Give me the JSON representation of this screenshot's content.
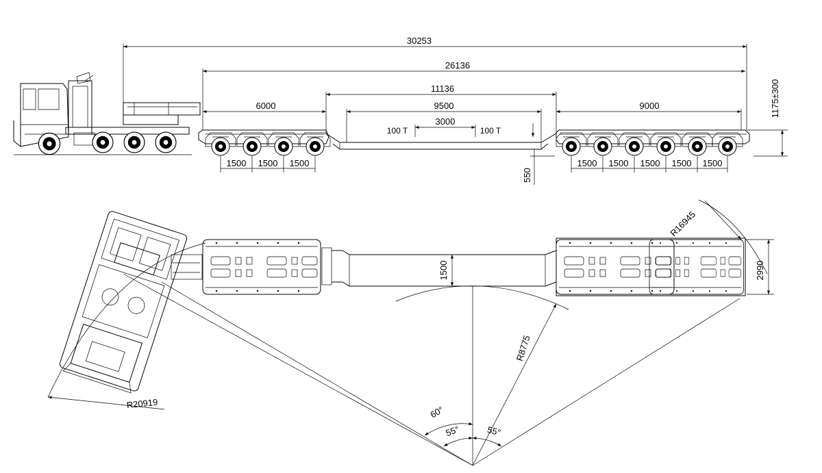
{
  "side_view": {
    "dims": {
      "overall_length": "30253",
      "trailer_length": "26136",
      "front_module_length": "6000",
      "deck_span": "11136",
      "deck_length": "9500",
      "rear_module_length": "9000",
      "load_spacing": "3000",
      "load_left": "100 T",
      "load_right": "100 T",
      "deck_height": "550",
      "coupling_height": "1175±300",
      "front_axle_spacings": [
        "1500",
        "1500",
        "1500"
      ],
      "rear_axle_spacings": [
        "1500",
        "1500",
        "1500",
        "1500",
        "1500"
      ]
    }
  },
  "plan_view": {
    "dims": {
      "deck_width": "1500",
      "trailer_width": "2990",
      "outer_radius": "R16945",
      "inner_radius": "R8775",
      "tractor_radius": "R20919",
      "angle_tractor": "60°",
      "angle_left": "55°",
      "angle_right": "55°"
    }
  }
}
